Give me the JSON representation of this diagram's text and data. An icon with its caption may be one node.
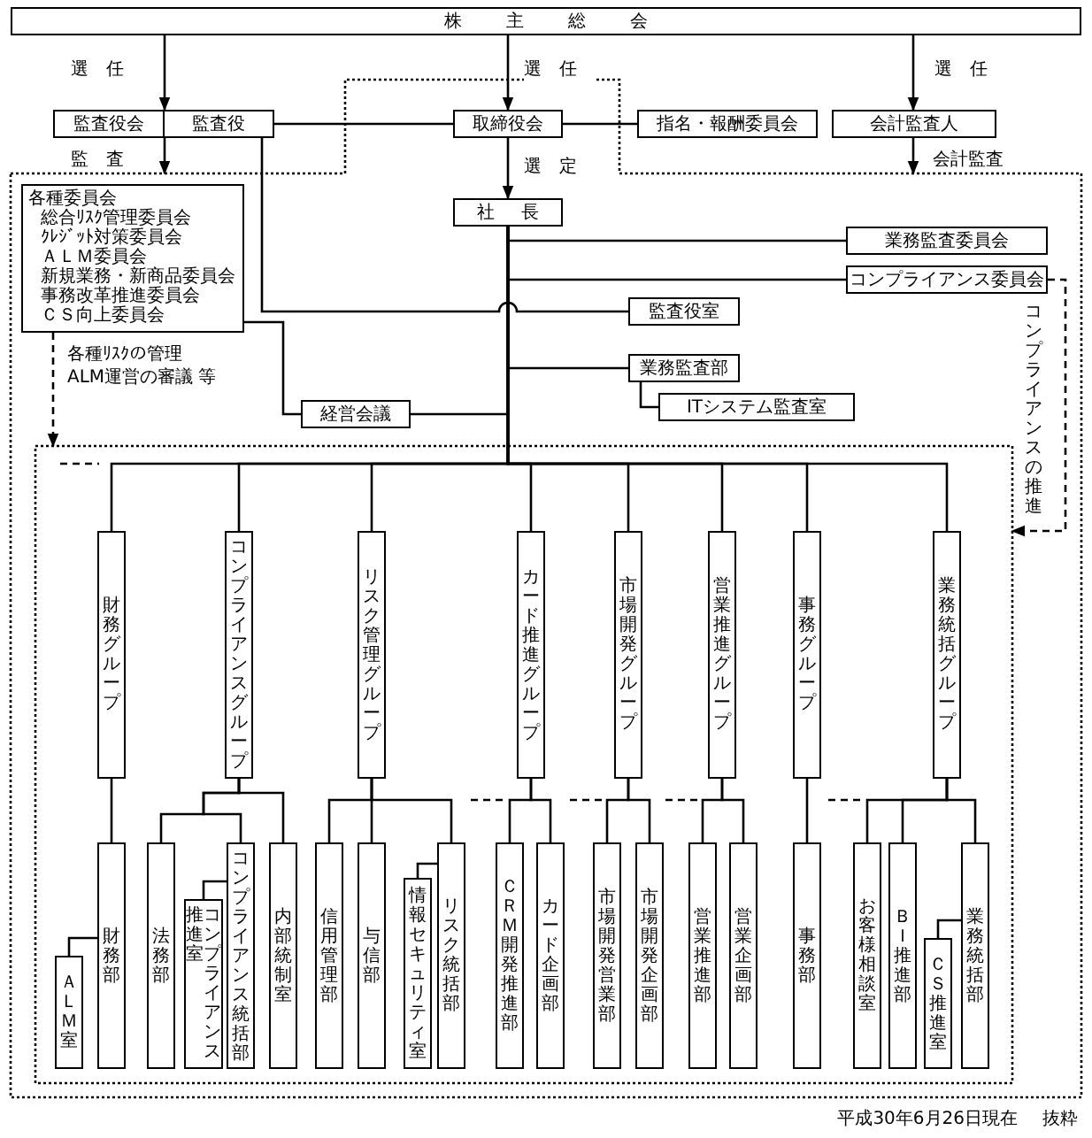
{
  "diagram": {
    "nodes": [
      {
        "text": [
          "株主総会"
        ]
      },
      {
        "text": [],
        "shape": "box"
      },
      {
        "text": [
          "監査役会",
          "監査役"
        ]
      },
      {
        "text": [
          "取締役会"
        ],
        "in": 1
      },
      {
        "text": [
          "指名・報酬委員会"
        ]
      },
      {
        "text": [
          "会計監査人"
        ]
      },
      {
        "text": [
          "社長"
        ],
        "in": 1
      },
      {
        "text": [
          "各種委員会",
          "総合ﾘｽｸ管理委員会",
          "ｸﾚｼﾞｯﾄ対策委員会",
          "ＡＬＭ委員会",
          "新規業務・新商品委員会",
          "事務改革推進委員会",
          "ＣＳ向上委員会"
        ],
        "in": 1
      },
      {
        "text": [
          "業務監査委員会"
        ],
        "in": 1
      },
      {
        "text": [
          "コンプライアンス委員会"
        ],
        "in": 1
      },
      {
        "text": [
          "監査役室"
        ],
        "in": 1
      },
      {
        "text": [
          "業務監査部"
        ],
        "in": 1
      },
      {
        "text": [
          "ITシステム監査室"
        ],
        "in": 1
      },
      {
        "text": [
          "経営会議"
        ],
        "in": 1
      },
      {
        "text": [],
        "shape": "box",
        "in": 1
      },
      {
        "text": [
          "財務グループ"
        ],
        "in": 14
      },
      {
        "text": [
          "コンプライアンスグループ"
        ],
        "in": 14
      },
      {
        "text": [
          "リスク管理グループ"
        ],
        "in": 14
      },
      {
        "text": [
          "カード推進グループ"
        ],
        "in": 14
      },
      {
        "text": [
          "市場開発グループ"
        ],
        "in": 14
      },
      {
        "text": [
          "営業推進グループ"
        ],
        "in": 14
      },
      {
        "text": [
          "事務グループ"
        ],
        "in": 14
      },
      {
        "text": [
          "業務統括グループ"
        ],
        "in": 14
      },
      {
        "text": [
          "ＡＬＭ室"
        ],
        "in": 14
      },
      {
        "text": [
          "財務部"
        ],
        "in": 14
      },
      {
        "text": [
          "法務部"
        ],
        "in": 14
      },
      {
        "text": [
          "コンプライアンス推進室"
        ],
        "in": 14
      },
      {
        "text": [
          "コンプライアンス統括部"
        ],
        "in": 14
      },
      {
        "text": [
          "内部統制室"
        ],
        "in": 14
      },
      {
        "text": [
          "信用管理部"
        ],
        "in": 14
      },
      {
        "text": [
          "与信部"
        ],
        "in": 14
      },
      {
        "text": [
          "情報セキュリティ室"
        ],
        "in": 14
      },
      {
        "text": [
          "リスク統括部"
        ],
        "in": 14
      },
      {
        "text": [
          "ＣＲＭ開発推進部"
        ],
        "in": 14
      },
      {
        "text": [
          "カード企画部"
        ],
        "in": 14
      },
      {
        "text": [
          "市場開発営業部"
        ],
        "in": 14
      },
      {
        "text": [
          "市場開発企画部"
        ],
        "in": 14
      },
      {
        "text": [
          "営業推進部"
        ],
        "in": 14
      },
      {
        "text": [
          "営業企画部"
        ],
        "in": 14
      },
      {
        "text": [
          "事務部"
        ],
        "in": 14
      },
      {
        "text": [
          "お客様相談室"
        ],
        "in": 14
      },
      {
        "text": [
          "ＢＩ推進部"
        ],
        "in": 14
      },
      {
        "text": [
          "ＣＳ推進室"
        ],
        "in": 14
      },
      {
        "text": [
          "業務統括部"
        ],
        "in": 14
      }
    ],
    "edges": [
      {
        "from": 0,
        "to": 2,
        "arrow": "to",
        "label": "選任"
      },
      {
        "from": 0,
        "to": 3,
        "arrow": "to",
        "label": "選任"
      },
      {
        "from": 0,
        "to": 5,
        "arrow": "to",
        "label": "選任"
      },
      {
        "from": 2,
        "to": 3,
        "arrow": "none"
      },
      {
        "from": 3,
        "to": 4,
        "arrow": "none"
      },
      {
        "from": 2,
        "to": 1,
        "arrow": "to",
        "label": "監査"
      },
      {
        "from": 5,
        "to": 1,
        "arrow": "to",
        "label": "会計監査"
      },
      {
        "from": 3,
        "to": 6,
        "arrow": "to",
        "label": "選定"
      },
      {
        "from": 6,
        "to": 8,
        "arrow": "none"
      },
      {
        "from": 6,
        "to": 9,
        "arrow": "none"
      },
      {
        "from": 2,
        "to": 10,
        "arrow": "none"
      },
      {
        "from": 6,
        "to": 11,
        "arrow": "none"
      },
      {
        "from": 11,
        "to": 12,
        "arrow": "none"
      },
      {
        "from": 6,
        "to": 13,
        "arrow": "none"
      },
      {
        "from": 7,
        "to": 13,
        "arrow": "none"
      },
      {
        "from": 7,
        "to": 14,
        "arrow": "to",
        "style": "dashed",
        "label": "各種ﾘｽｸの管理 ALM運営の審議 等"
      },
      {
        "from": 9,
        "to": 14,
        "arrow": "to",
        "style": "dashed",
        "label": "コンプライアンスの推進"
      },
      {
        "from": 6,
        "to": 15,
        "arrow": "none"
      },
      {
        "from": 6,
        "to": 16,
        "arrow": "none"
      },
      {
        "from": 6,
        "to": 17,
        "arrow": "none"
      },
      {
        "from": 6,
        "to": 18,
        "arrow": "none"
      },
      {
        "from": 6,
        "to": 19,
        "arrow": "none"
      },
      {
        "from": 6,
        "to": 20,
        "arrow": "none"
      },
      {
        "from": 6,
        "to": 21,
        "arrow": "none"
      },
      {
        "from": 6,
        "to": 22,
        "arrow": "none"
      },
      {
        "from": 15,
        "to": 24,
        "arrow": "none"
      },
      {
        "from": 24,
        "to": 23,
        "arrow": "none"
      },
      {
        "from": 16,
        "to": 25,
        "arrow": "none"
      },
      {
        "from": 16,
        "to": 27,
        "arrow": "none"
      },
      {
        "from": 16,
        "to": 28,
        "arrow": "none"
      },
      {
        "from": 27,
        "to": 26,
        "arrow": "none"
      },
      {
        "from": 17,
        "to": 29,
        "arrow": "none"
      },
      {
        "from": 17,
        "to": 30,
        "arrow": "none"
      },
      {
        "from": 17,
        "to": 32,
        "arrow": "none"
      },
      {
        "from": 32,
        "to": 31,
        "arrow": "none"
      },
      {
        "from": 18,
        "to": 33,
        "arrow": "none"
      },
      {
        "from": 18,
        "to": 34,
        "arrow": "none"
      },
      {
        "from": 19,
        "to": 35,
        "arrow": "none"
      },
      {
        "from": 19,
        "to": 36,
        "arrow": "none"
      },
      {
        "from": 20,
        "to": 37,
        "arrow": "none"
      },
      {
        "from": 20,
        "to": 38,
        "arrow": "none"
      },
      {
        "from": 21,
        "to": 39,
        "arrow": "none"
      },
      {
        "from": 22,
        "to": 40,
        "arrow": "none"
      },
      {
        "from": 22,
        "to": 41,
        "arrow": "none"
      },
      {
        "from": 22,
        "to": 43,
        "arrow": "none"
      },
      {
        "from": 43,
        "to": 42,
        "arrow": "none"
      }
    ],
    "labels": [
      "平成30年6月26日現在",
      "抜粋"
    ]
  }
}
